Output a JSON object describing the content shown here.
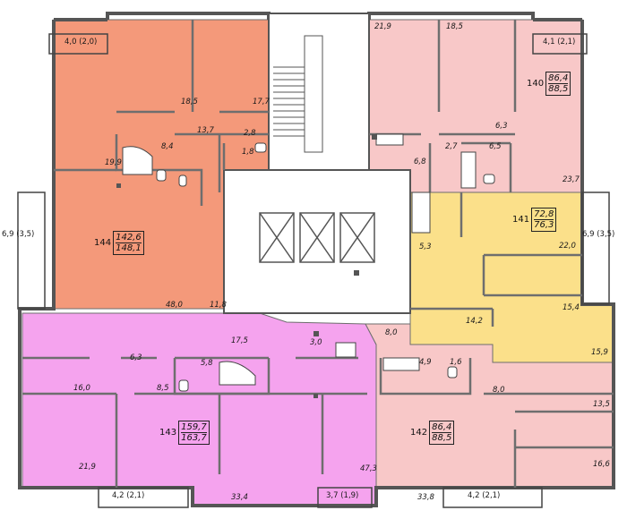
{
  "colors": {
    "apt144": "#f4997a",
    "apt140": "#f8c8c8",
    "apt141": "#fbe08a",
    "apt143": "#f5a3ee",
    "apt142": "#f8c8c8",
    "wall": "#6e6e6e",
    "line": "#333333"
  },
  "apartments": [
    {
      "id": "144",
      "area_total": "142,6",
      "area_full": "148,1"
    },
    {
      "id": "140",
      "area_total": "86,4",
      "area_full": "88,5"
    },
    {
      "id": "141",
      "area_total": "72,8",
      "area_full": "76,3"
    },
    {
      "id": "143",
      "area_total": "159,7",
      "area_full": "163,7"
    },
    {
      "id": "142",
      "area_total": "86,4",
      "area_full": "88,5"
    }
  ],
  "balconies": [
    {
      "label": "4,0 (2,0)"
    },
    {
      "label": "4,1 (2,1)"
    },
    {
      "label": "6,9 (3,5)"
    },
    {
      "label": "6,9 (3,5)"
    },
    {
      "label": "4,2 (2,1)"
    },
    {
      "label": "3,7 (1,9)"
    },
    {
      "label": "4,2 (2,1)"
    }
  ],
  "rooms": [
    {
      "label": "18,5"
    },
    {
      "label": "17,7"
    },
    {
      "label": "13,7"
    },
    {
      "label": "2,8"
    },
    {
      "label": "8,4"
    },
    {
      "label": "1,8"
    },
    {
      "label": "19,9"
    },
    {
      "label": "48,0"
    },
    {
      "label": "11,8"
    },
    {
      "label": "21,9"
    },
    {
      "label": "18,5"
    },
    {
      "label": "6,3"
    },
    {
      "label": "2,7"
    },
    {
      "label": "6,5"
    },
    {
      "label": "6,8"
    },
    {
      "label": "23,7"
    },
    {
      "label": "5,3"
    },
    {
      "label": "22,0"
    },
    {
      "label": "15,4"
    },
    {
      "label": "14,2"
    },
    {
      "label": "15,9"
    },
    {
      "label": "17,5"
    },
    {
      "label": "3,0"
    },
    {
      "label": "6,3"
    },
    {
      "label": "5,8"
    },
    {
      "label": "16,0"
    },
    {
      "label": "8,5"
    },
    {
      "label": "21,9"
    },
    {
      "label": "33,4"
    },
    {
      "label": "47,3"
    },
    {
      "label": "8,0"
    },
    {
      "label": "4,9"
    },
    {
      "label": "1,6"
    },
    {
      "label": "8,0"
    },
    {
      "label": "13,5"
    },
    {
      "label": "16,6"
    },
    {
      "label": "33,8"
    }
  ]
}
